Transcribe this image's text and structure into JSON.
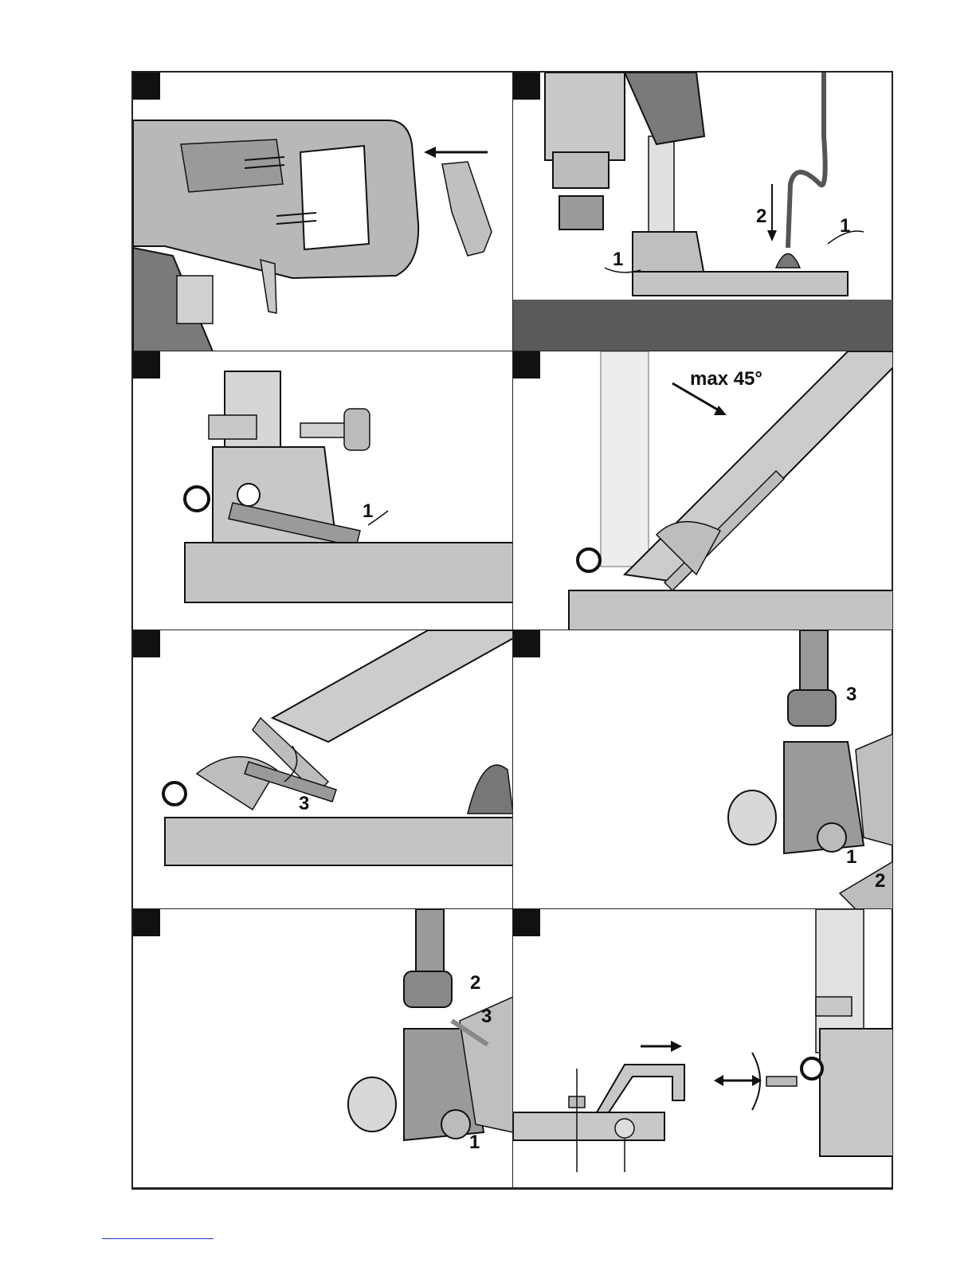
{
  "panels": [
    {
      "id": "p1",
      "labels": []
    },
    {
      "id": "p2",
      "labels": [
        "1",
        "2",
        "1"
      ]
    },
    {
      "id": "p3",
      "labels": [
        "1"
      ]
    },
    {
      "id": "p4",
      "labels": [
        "max 45°"
      ]
    },
    {
      "id": "p5",
      "labels": [
        "3"
      ]
    },
    {
      "id": "p6",
      "labels": [
        "3",
        "1",
        "2"
      ]
    },
    {
      "id": "p7",
      "labels": [
        "2",
        "3",
        "1"
      ]
    },
    {
      "id": "p8",
      "labels": []
    }
  ],
  "colors": {
    "ink": "#111111",
    "metal": "#bdbdbd",
    "dark": "#6e6e6e",
    "floor": "#5a5a5a"
  }
}
